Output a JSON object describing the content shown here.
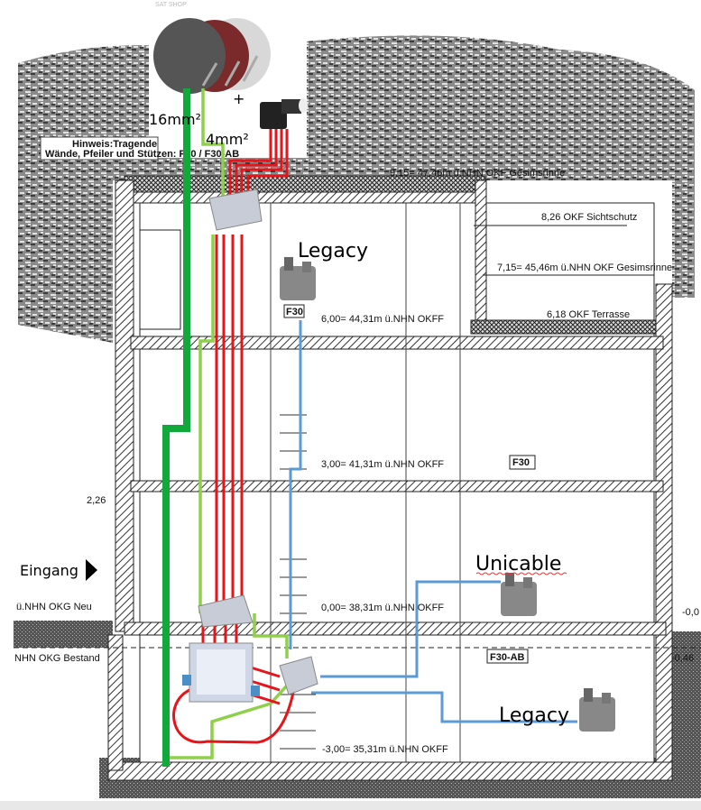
{
  "watermark": "SAT SHOP",
  "colors": {
    "earth_cable": "#11a83c",
    "bond_cable": "#8fd04a",
    "sat_cable": "#e8141a",
    "coax_out": "#5b9bd5"
  },
  "cables": {
    "earth_16": "16mm²",
    "bond_4": "4mm²",
    "plus": "+"
  },
  "notice": {
    "line1": "Hinweis:Tragende",
    "line2": "Wände, Pfeiler und Stützen: F30 / F30-AB"
  },
  "levels": {
    "gesims_top": "9,15= 47,46m ü.NHN OKF Gesimsrinne",
    "sichtschutz": "8,26 OKF Sichtschutz",
    "gesims_lower": "7,15= 45,46m ü.NHN OKF Gesimsrinne",
    "terrasse": "6,18 OKF Terrasse",
    "og2": "6,00= 44,31m ü.NHN OKFF",
    "og1": "3,00= 41,31m ü.NHN OKFF",
    "eg": "0,00= 38,31m ü.NHN OKFF",
    "ug": "-3,00= 35,31m ü.NHN OKFF",
    "side_226": "2,26",
    "okg_neu": "ü.NHN OKG Neu",
    "okg_bestand": "NHN OKG Bestand",
    "right_00": "-0,0",
    "right_046": "-0,46"
  },
  "fire": {
    "f30_top": "F30",
    "f30_mid": "F30",
    "f30_ab": "F30-AB"
  },
  "entrance": "Eingang",
  "labels": {
    "legacy_top": "Legacy",
    "unicable": "Unicable",
    "legacy_bottom": "Legacy"
  }
}
